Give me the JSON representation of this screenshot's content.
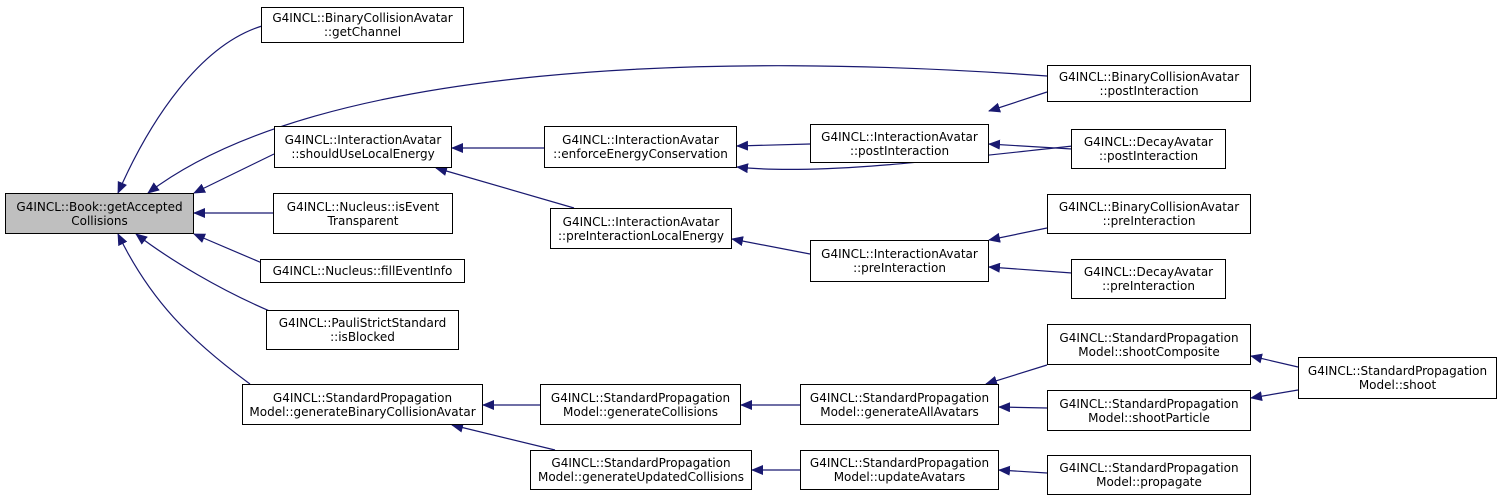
{
  "colors": {
    "edge": "#191970",
    "root_fill": "#bfbfbf",
    "node_fill": "#ffffff",
    "border": "#000000"
  },
  "nodes": {
    "root": [
      "G4INCL::Book::getAccepted",
      "Collisions"
    ],
    "binarycol_getchannel": [
      "G4INCL::BinaryCollisionAvatar",
      "::getChannel"
    ],
    "interaction_shoulduselocalenergy": [
      "G4INCL::InteractionAvatar",
      "::shouldUseLocalEnergy"
    ],
    "nucleus_iseventtransparent": [
      "G4INCL::Nucleus::isEvent",
      "Transparent"
    ],
    "nucleus_filleventinfo": [
      "G4INCL::Nucleus::fillEventInfo"
    ],
    "paulistrict_isblocked": [
      "G4INCL::PauliStrictStandard",
      "::isBlocked"
    ],
    "stdprop_generatebinarycollisionavatar": [
      "G4INCL::StandardPropagation",
      "Model::generateBinaryCollisionAvatar"
    ],
    "interaction_enforceenergyconservation": [
      "G4INCL::InteractionAvatar",
      "::enforceEnergyConservation"
    ],
    "interaction_preinteractionlocalenergy": [
      "G4INCL::InteractionAvatar",
      "::preInteractionLocalEnergy"
    ],
    "stdprop_generatecollisions": [
      "G4INCL::StandardPropagation",
      "Model::generateCollisions"
    ],
    "stdprop_generateupdatedcollisions": [
      "G4INCL::StandardPropagation",
      "Model::generateUpdatedCollisions"
    ],
    "interaction_postinteraction": [
      "G4INCL::InteractionAvatar",
      "::postInteraction"
    ],
    "interaction_preinteraction": [
      "G4INCL::InteractionAvatar",
      "::preInteraction"
    ],
    "stdprop_generateallavatars": [
      "G4INCL::StandardPropagation",
      "Model::generateAllAvatars"
    ],
    "stdprop_updateavatars": [
      "G4INCL::StandardPropagation",
      "Model::updateAvatars"
    ],
    "binarycol_postinteraction": [
      "G4INCL::BinaryCollisionAvatar",
      "::postInteraction"
    ],
    "decay_postinteraction": [
      "G4INCL::DecayAvatar",
      "::postInteraction"
    ],
    "binarycol_preinteraction": [
      "G4INCL::BinaryCollisionAvatar",
      "::preInteraction"
    ],
    "decay_preinteraction": [
      "G4INCL::DecayAvatar",
      "::preInteraction"
    ],
    "stdprop_shootcomposite": [
      "G4INCL::StandardPropagation",
      "Model::shootComposite"
    ],
    "stdprop_shootparticle": [
      "G4INCL::StandardPropagation",
      "Model::shootParticle"
    ],
    "stdprop_propagate": [
      "G4INCL::StandardPropagation",
      "Model::propagate"
    ],
    "stdprop_shoot": [
      "G4INCL::StandardPropagation",
      "Model::shoot"
    ]
  }
}
